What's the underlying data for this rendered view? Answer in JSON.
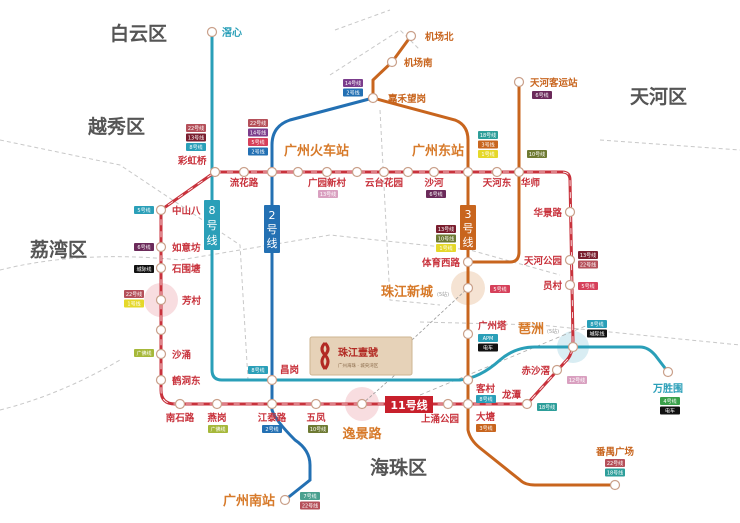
{
  "districts": [
    "白云区",
    "越秀区",
    "荔湾区",
    "天河区",
    "海珠区"
  ],
  "line_labels": {
    "line8": [
      "8",
      "号",
      "线"
    ],
    "line2": [
      "2",
      "号",
      "线"
    ],
    "line3": [
      "3",
      "号",
      "线"
    ],
    "line11": "11号线"
  },
  "logo": {
    "name": "珠江壹號",
    "tagline": "广州海珠 · 城央湾区"
  },
  "suffix_note": "(5站)",
  "colors": {
    "line11": "#c8323c",
    "line8": "#2a9fb8",
    "line2": "#2370b3",
    "line3": "#c8651e",
    "district": "#555555",
    "highlight": "#d77a2a"
  },
  "stations": [
    {
      "name": "滘心",
      "badges": []
    },
    {
      "name": "机场北",
      "badges": []
    },
    {
      "name": "机场南",
      "badges": []
    },
    {
      "name": "嘉禾望岗",
      "badges": [
        {
          "t": "14号线",
          "c": "#7b3d8c"
        },
        {
          "t": "2号线",
          "c": "#2370b3"
        }
      ]
    },
    {
      "name": "天河客运站",
      "badges": [
        {
          "t": "6号线",
          "c": "#6b2a5a"
        }
      ]
    },
    {
      "name": "彩虹桥",
      "badges": [
        {
          "t": "22号线",
          "c": "#b5505a"
        },
        {
          "t": "13号线",
          "c": "#7a1e2e"
        },
        {
          "t": "8号线",
          "c": "#2a9fb8"
        }
      ]
    },
    {
      "name": "流花路",
      "badges": []
    },
    {
      "name": "广州火车站",
      "badges": [
        {
          "t": "22号线",
          "c": "#b5505a"
        },
        {
          "t": "14号线",
          "c": "#7b3d8c"
        },
        {
          "t": "5号线",
          "c": "#d6405a"
        },
        {
          "t": "2号线",
          "c": "#2370b3"
        }
      ]
    },
    {
      "name": "",
      "badges": []
    },
    {
      "name": "广园新村",
      "badges": [
        {
          "t": "13号线",
          "c": "#d9a0c0"
        }
      ]
    },
    {
      "name": "",
      "badges": []
    },
    {
      "name": "云台花园",
      "badges": []
    },
    {
      "name": "",
      "badges": []
    },
    {
      "name": "沙河",
      "badges": [
        {
          "t": "6号线",
          "c": "#6b2a5a"
        }
      ]
    },
    {
      "name": "广州东站",
      "badges": [
        {
          "t": "18号线",
          "c": "#2d9e9a"
        },
        {
          "t": "3号线",
          "c": "#c8651e"
        },
        {
          "t": "1号线",
          "c": "#e5d82a"
        }
      ]
    },
    {
      "name": "天河东",
      "badges": []
    },
    {
      "name": "华师",
      "badges": [
        {
          "t": "10号线",
          "c": "#6e7a33"
        }
      ]
    },
    {
      "name": "华景路",
      "badges": []
    },
    {
      "name": "天河公园",
      "badges": [
        {
          "t": "13号线",
          "c": "#7a1e2e"
        },
        {
          "t": "22号线",
          "c": "#b5505a"
        }
      ]
    },
    {
      "name": "员村",
      "badges": [
        {
          "t": "5号线",
          "c": "#d6405a"
        }
      ]
    },
    {
      "name": "琶洲",
      "badges": [
        {
          "t": "8号线",
          "c": "#2a9fb8"
        },
        {
          "t": "城际线",
          "c": "#111111"
        }
      ]
    },
    {
      "name": "赤沙滘",
      "badges": [
        {
          "t": "12号线",
          "c": "#d9a0c0"
        }
      ]
    },
    {
      "name": "龙潭",
      "badges": [
        {
          "t": "18号线",
          "c": "#2d9e9a"
        }
      ]
    },
    {
      "name": "万胜围",
      "badges": [
        {
          "t": "4号线",
          "c": "#3aa04a"
        },
        {
          "t": "电车",
          "c": "#111111"
        }
      ]
    },
    {
      "name": "体育西路",
      "badges": [
        {
          "t": "13号线",
          "c": "#7a1e2e"
        },
        {
          "t": "10号线",
          "c": "#6e7a33"
        },
        {
          "t": "1号线",
          "c": "#e5d82a"
        }
      ]
    },
    {
      "name": "珠江新城",
      "badges": [
        {
          "t": "5号线",
          "c": "#d6405a"
        }
      ]
    },
    {
      "name": "广州塔",
      "badges": [
        {
          "t": "APM",
          "c": "#2a9fb8"
        },
        {
          "t": "电车",
          "c": "#111111"
        }
      ]
    },
    {
      "name": "客村",
      "badges": [
        {
          "t": "8号线",
          "c": "#2a9fb8"
        }
      ]
    },
    {
      "name": "大塘",
      "badges": [
        {
          "t": "3号线",
          "c": "#c8651e"
        }
      ]
    },
    {
      "name": "上涌公园",
      "badges": []
    },
    {
      "name": "逸景路",
      "badges": []
    },
    {
      "name": "五凤",
      "badges": [
        {
          "t": "10号线",
          "c": "#6e7a33"
        }
      ]
    },
    {
      "name": "江泰路",
      "badges": [
        {
          "t": "2号线",
          "c": "#2370b3"
        }
      ]
    },
    {
      "name": "燕岗",
      "badges": [
        {
          "t": "广佛线",
          "c": "#a6b83a"
        }
      ]
    },
    {
      "name": "南石路",
      "badges": []
    },
    {
      "name": "鹤洞东",
      "badges": []
    },
    {
      "name": "沙涌",
      "badges": [
        {
          "t": "广佛线",
          "c": "#a6b83a"
        }
      ]
    },
    {
      "name": "",
      "badges": []
    },
    {
      "name": "芳村",
      "badges": [
        {
          "t": "22号线",
          "c": "#b5505a"
        },
        {
          "t": "1号线",
          "c": "#e5d82a"
        }
      ]
    },
    {
      "name": "石围塘",
      "badges": [
        {
          "t": "城际线",
          "c": "#111111"
        }
      ]
    },
    {
      "name": "如意坊",
      "badges": [
        {
          "t": "6号线",
          "c": "#6b2a5a"
        }
      ]
    },
    {
      "name": "中山八",
      "badges": [
        {
          "t": "5号线",
          "c": "#2a9fb8"
        }
      ]
    },
    {
      "name": "昌岗",
      "badges": [
        {
          "t": "8号线",
          "c": "#2a9fb8"
        }
      ]
    },
    {
      "name": "广州南站",
      "badges": [
        {
          "t": "7号线",
          "c": "#4aa08f"
        },
        {
          "t": "22号线",
          "c": "#b5505a"
        }
      ]
    },
    {
      "name": "番禺广场",
      "badges": [
        {
          "t": "22号线",
          "c": "#b5505a"
        },
        {
          "t": "18号线",
          "c": "#2d9e9a"
        }
      ]
    }
  ]
}
